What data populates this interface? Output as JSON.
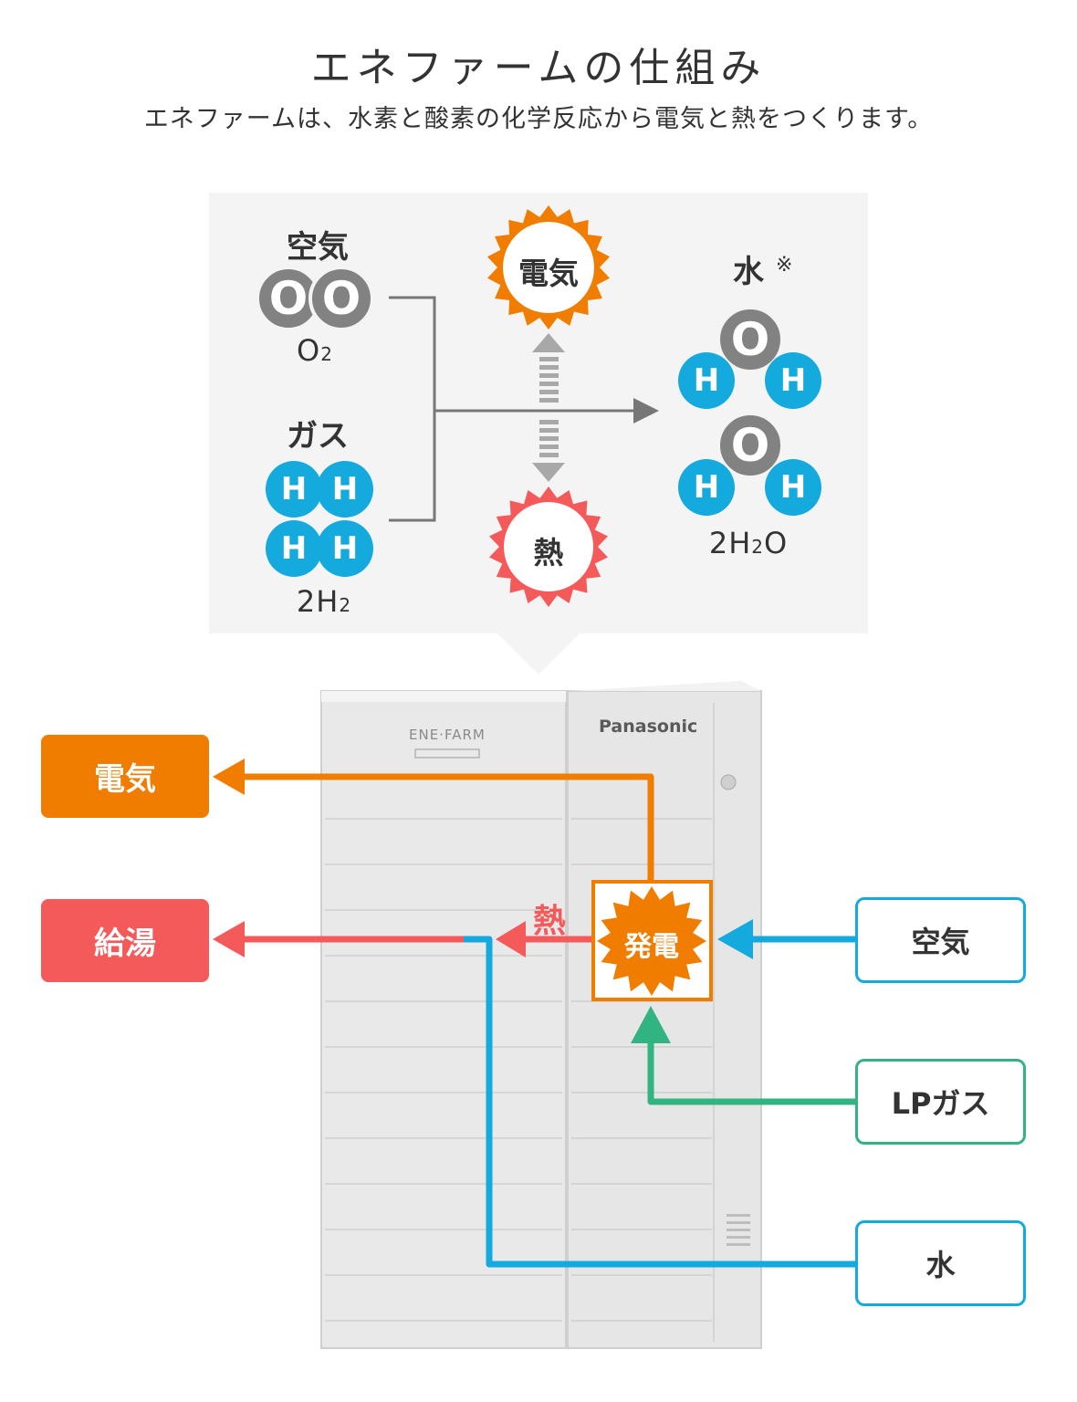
{
  "header": {
    "title": "エネファームの仕組み",
    "subtitle": "エネファームは、水素と酸素の化学反応から電気と熱をつくります。"
  },
  "reaction": {
    "air_label": "空気",
    "o2_formula": "O",
    "o2_sub": "2",
    "gas_label": "ガス",
    "h2_formula_coef": "2H",
    "h2_sub": "2",
    "electricity_label": "電気",
    "heat_label": "熱",
    "water_label": "水",
    "water_note": "※",
    "h2o_formula_a": "2H",
    "h2o_sub": "2",
    "h2o_formula_b": "O",
    "oxygen_symbol": "O",
    "hydrogen_symbol": "H"
  },
  "unit": {
    "brand": "Panasonic",
    "product_logo": "ENE·FARM",
    "generator_label": "発電",
    "heat_flow_label": "熱"
  },
  "outputs": [
    {
      "label": "電気",
      "color": "#f07d00"
    },
    {
      "label": "給湯",
      "color": "#f45a5a"
    }
  ],
  "inputs": [
    {
      "label": "空気",
      "color": "#14aade"
    },
    {
      "label": "LPガス",
      "color": "#32b482"
    },
    {
      "label": "水",
      "color": "#14aade"
    }
  ],
  "colors": {
    "orange": "#f07d00",
    "red": "#f45a5a",
    "blue": "#14aade",
    "green": "#32b482",
    "gray_atom": "#828282"
  }
}
